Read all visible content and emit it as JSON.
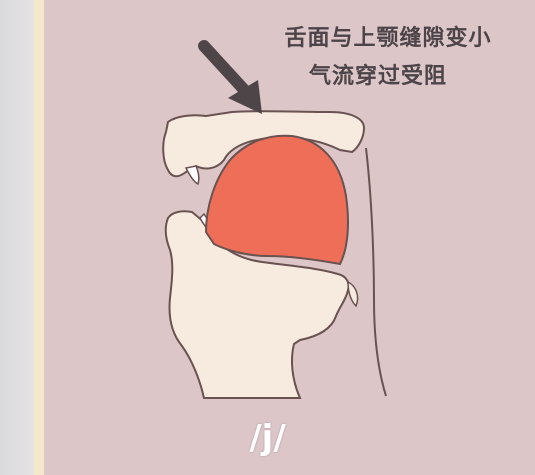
{
  "caption": {
    "line1": "舌面与上颚缝隙变小",
    "line2": "气流穿过受阻"
  },
  "phoneme_label": "/j/",
  "colors": {
    "background": "#dcc6c8",
    "tissue": "#f7ebe0",
    "outline": "#6a5250",
    "tongue": "#ef6e58",
    "arrow": "#4e4548"
  },
  "icons": {
    "pressure_arrow": "arrow-down-right-icon"
  }
}
